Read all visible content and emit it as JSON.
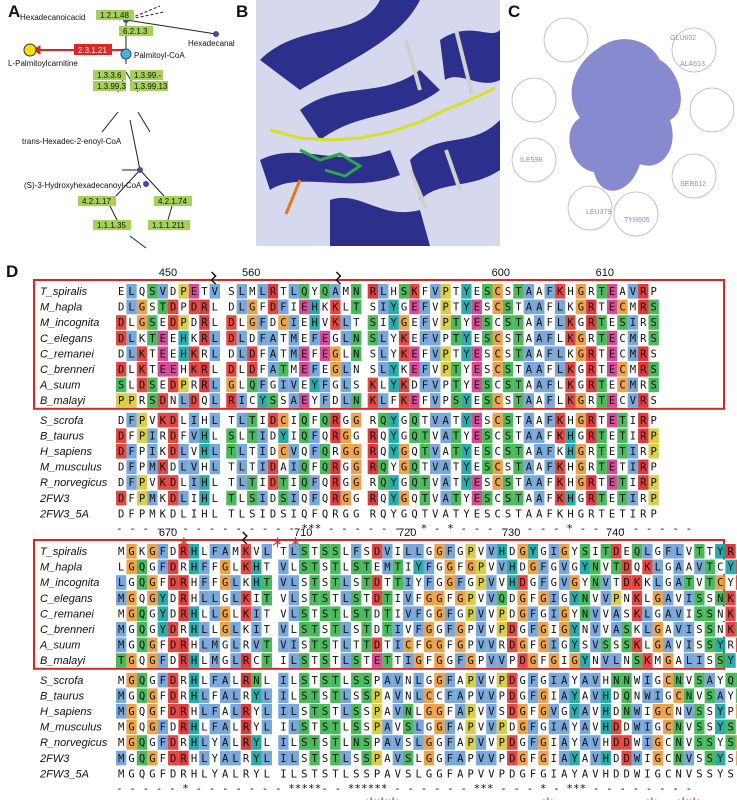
{
  "panels": {
    "A": "A",
    "B": "B",
    "C": "C",
    "D": "D"
  },
  "pathway": {
    "ec_top": "1.2.1.48",
    "hexadecanoicacid": "Hexadecanoicacid",
    "hexadecanal": "Hexadecanal",
    "ec_621": "6.2.1.3",
    "ec_red": "2.3.1.21",
    "palmitoyl_coa": "Palmitoyl-CoA",
    "l_palmitoyl": "L-Palmitoylcarnitine",
    "ec_136": "1.3.3.6",
    "ec_199": "1.3.99.-",
    "ec_1993": "1.3.99.3",
    "ec_19913": "1.3.99.13",
    "trans_hex": "trans-Hexadec-2-enoyl-CoA",
    "hydroxy": "(S)-3-Hydroxyhexadecanoyl-CoA",
    "ec_4217": "4.2.1.17",
    "ec_4274": "4.2.1.74",
    "ec_1135": "1.1.1.35",
    "ec_11211": "1.1.1.211"
  },
  "surface_labels": [
    "ALA613",
    "ILE598",
    "GLU602",
    "SER612",
    "LEU379",
    "TYR605"
  ],
  "block1": {
    "ticks": [
      {
        "label": "450",
        "col": 5
      },
      {
        "label": "560",
        "col": 13
      },
      {
        "label": "600",
        "col": 37
      },
      {
        "label": "610",
        "col": 47
      }
    ],
    "breaks": [
      9,
      21
    ],
    "names": [
      "T_spiralis",
      "M_hapla",
      "M_incognita",
      "C_elegans",
      "C_remanei",
      "C_brenneri",
      "A_suum",
      "B_malayi",
      "S_scrofa",
      "B_taurus",
      "H_sapiens",
      "M_musculus",
      "R_norvegicus",
      "2FW3",
      "2FW3_5A"
    ],
    "seqs": [
      "ELQSVDPETV SLMLRTLQYQAMN RLHSKFVPTYESCSTAAFKHGRTEAVRP",
      "DLGSTDPDRL DLGFDFIEHKKLT SIYGEFVPTYESCSTAAFLKGRTECMRS",
      "DLGSEDPDRL DLGFDCIEHVKLT SIYGEFVPTYESCSTAAFLKGRTESIRS",
      "DLKTEEHKRL DLDFATMEFEGLN SLYKEFVPTYESCSTAAFLKGRTECMRS",
      "DLKTEEHKRL DLDFATMEFEGLN SLYKEFVPTYESCSTAAFLKGRTECMRS",
      "DLKTEEHKRL DLDFATMEFEGLN SLYKEFVPTYESCSTAAFLKGRTECMRS",
      "SLDSEDPRRL GLQFGIVEYFGLS KLYKDFVPTYESCSTAAFLKGRTECMRS",
      "PPRSDNLDQL RICYSSAEYFDLN KLFKEFVPSYESCSTAAFLKGRTECVRS",
      "DFPVKDLIHL TLTIDCIQFQRGG RQYGQTVATYESCSTAAFKHGRTETIRP",
      "DFPIRDFVHL SLTIDYIQFQRGG RQYGQTVATYESCSTAAFKHGRTETIRP",
      "DFPIKDLVHL TLTIDCVQFQRGG RQYGQTVATYESCSTAAFKHGRTETIRP",
      "DFPMKDLVHL TLTIDAIQFQRGG RQYGQTVATYESCSTAAFKHGRTETIRP",
      "DFPVKDLIHL TLTIDTIQFQRGG RQYGQTVATYESCSTAAFKHGRTETIRP",
      "DFPMKDLIHL TLSIDSIQFQRGG RQYGQTVATYESCSTAAFKHGRTETIRP",
      "DFPMKDLIHL TLSIDSIQFQRGG RQYGQTVATYESCSTAAFKHGRTETIRP"
    ],
    "stars": "- - - - - - - - - - - - - - *** - - - - - - - * - * - - - - - - - - * - - - - - - - - -",
    "red_marks": [
      {
        "text": "*",
        "col": 6
      },
      {
        "text": "* *",
        "col": 15
      }
    ]
  },
  "block2": {
    "ticks": [
      {
        "label": "670",
        "col": 5
      },
      {
        "label": "710",
        "col": 18
      },
      {
        "label": "720",
        "col": 28
      },
      {
        "label": "730",
        "col": 38
      },
      {
        "label": "740",
        "col": 48
      }
    ],
    "breaks": [
      12
    ],
    "names": [
      "T_spiralis",
      "M_hapla",
      "M_incognita",
      "C_elegans",
      "C_remanei",
      "C_brenneri",
      "A_suum",
      "B_malayi",
      "S_scrofa",
      "B_taurus",
      "H_sapiens",
      "M_musculus",
      "R_norvegicus",
      "2FW3",
      "2FW3_5A"
    ],
    "seqs": [
      "MGKGFDRHLFAMKVL TLSTSSLFSDVILLGGFGPVVHDGYGIGYSITDEQLGFLVTTYRL",
      "LGQGFDRHFFGLKHT VLSTSTLSTEMTIYFGGFGPVVHDGFGVGYNVTDQKLGAAVTCYKS",
      "LGQGFDRHFFGLKHT VLSTSTLSTDTTIYFGGFGPVVHDGFGVGYNVTDKKLGATVTCYKS",
      "MGQGYDRHLLGLKIT VLSTSTLSTDTIVFGGFGPVVQDGFGIGYNVVPNKLGAVISSNKS",
      "MGQGYDRHLLGLKIT VLSTSTLSTDTIVFGGFGPVVPDGFGIGYNVVASKLGAVISSNKS",
      "MGQGYDRHLLGLKIT VLSTSTLSTDTIVFGGFGPVVPDGFGIGYNVVASKLGAVISSNKS",
      "MGQGFDRHLMGLRVT VISTSTLTTDTICFGGFGPVVRDGFGIGYSVSSSKLGAVISSYRD",
      "TGQGFDRHLMGLRCT ILSTSTLSTETTIGFGGFGPVVPDGFGIGYNVLNSKMGALISSYKD",
      "MGQGFDRHLFALRNL ILSTSTLSSPAVNLGGFAPVVPDGFGIAYAVHNNWIGCNVSAYQS",
      "MGQGFDRHLFALRYL ILSTSTLSSPAVNLCCFAPVVPDGFGIAYAVHDQNWIGCNVSAYQS",
      "MGQGFDRHLFALRYL ILSTSTLSSPAVNLGGFAPVVSDGFGVGYAVHDNWIGCNVSSYPG",
      "MGQGFDRHLFALRYL ILSTSTLSSPAVSLGGFAPVVPDGFGIAYAVHDDWIGCNVSSYSG",
      "MGQGFDRHLYALRYL ILSTSTLNSPAVSLGGFAPVVPDGFGIAYAVHDDWIGCNVSSYSG",
      "MGQGFDRHLYALRYL ILSTSTLSSPAVSLGGFAPVVPDGFGIAYAVHDDWIGCNVSSYSG",
      "MGQGFDRHLYALRYL ILSTSTLSSPAVSLGGFAPVVPDGFGIAYAVHDDWIGCNVSSYSG"
    ],
    "stars": "- - - - - * - - - - - - - *****- - ****** - - - - - - *** - - - * - *** - - - - - - - -",
    "red_marks": [
      {
        "text": "***",
        "col": 24
      },
      {
        "text": "*",
        "col": 41
      },
      {
        "text": "*",
        "col": 51
      },
      {
        "text": "**",
        "col": 54
      }
    ]
  },
  "colors": {
    "frame": "#d62728",
    "node": "#3d4fa3",
    "ec_green": "#a5d15a",
    "ec_red": "#d7282a",
    "protein_blue": "#2c2f8c"
  }
}
